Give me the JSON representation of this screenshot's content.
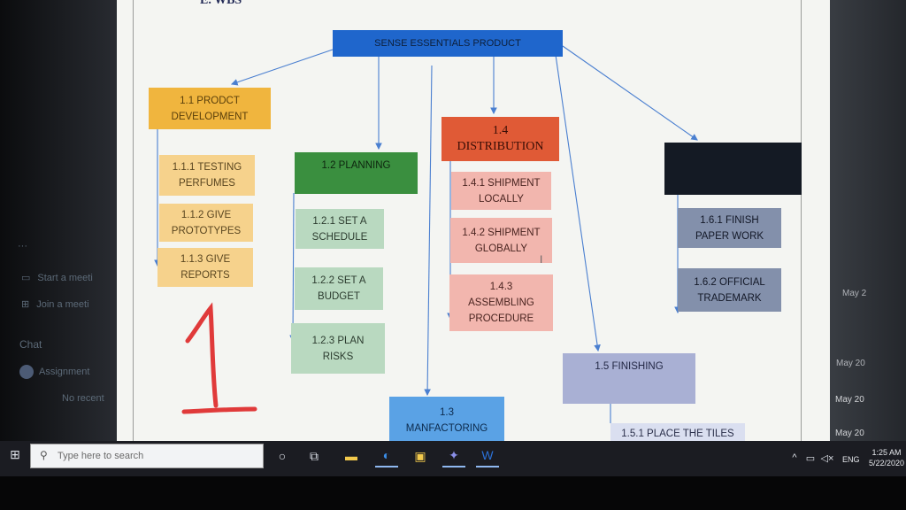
{
  "doc": {
    "section_heading": "E. WBS"
  },
  "wbs": {
    "root": "SENSE ESSENTIALS PRODUCT",
    "dev": "1.1 PRODCT\nDEVELOPMENT",
    "dev_1": "1.1.1 TESTING\nPERFUMES",
    "dev_2": "1.1.2 GIVE\nPROTOTYPES",
    "dev_3": "1.1.3 GIVE\nREPORTS",
    "plan": "1.2 PLANNING",
    "plan_1": "1.2.1 SET A\nSCHEDULE",
    "plan_2": "1.2.2 SET A\nBUDGET",
    "plan_3": "1.2.3 PLAN\nRISKS",
    "manuf": "1.3\nMANFACTORING",
    "dist": "1.4\nDISTRIBUTION",
    "dist_1": "1.4.1 SHIPMENT\nLOCALLY",
    "dist_2": "1.4.2 SHIPMENT\nGLOBALLY",
    "dist_3": "1.4.3\nASSEMBLING\nPROCEDURE",
    "finish": "1.5 FINISHING",
    "finish_1": "1.5.1 PLACE THE TILES",
    "trade_1": "1.6.1 FINISH\nPAPER WORK",
    "trade_2": "1.6.2 OFFICIAL\nTRADEMARK"
  },
  "background_app": {
    "chat_label": "Chat",
    "start_meeting": "Start a meeti",
    "join_meeting": "Join a meeti",
    "assignment": "Assignment",
    "no_recent": "No recent",
    "dates": [
      "May 2",
      "May 20",
      "May 20",
      "May 20"
    ]
  },
  "taskbar": {
    "search_placeholder": "Type here to search",
    "language": "ENG",
    "time": "1:25 AM",
    "date": "5/22/2020"
  },
  "colors": {
    "root_box": "#1f66cc",
    "development": "#f0b53e",
    "planning": "#3a8f3f",
    "distribution": "#e05a36",
    "manufacturing": "#5aa2e5",
    "finishing": "#a9b0d4",
    "trademark": "#8390ab"
  },
  "annotation_icons": [
    "handwritten-number-one"
  ]
}
